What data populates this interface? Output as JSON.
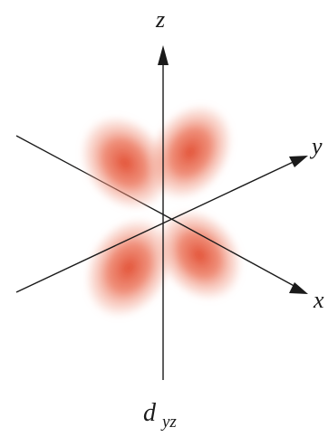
{
  "axes": {
    "z_label": "z",
    "y_label": "y",
    "x_label": "x"
  },
  "orbital": {
    "name_base": "d",
    "name_subscript": "yz"
  },
  "colors": {
    "lobe": "#e8553a",
    "axis": "#1a1a1a",
    "background": "#ffffff"
  }
}
